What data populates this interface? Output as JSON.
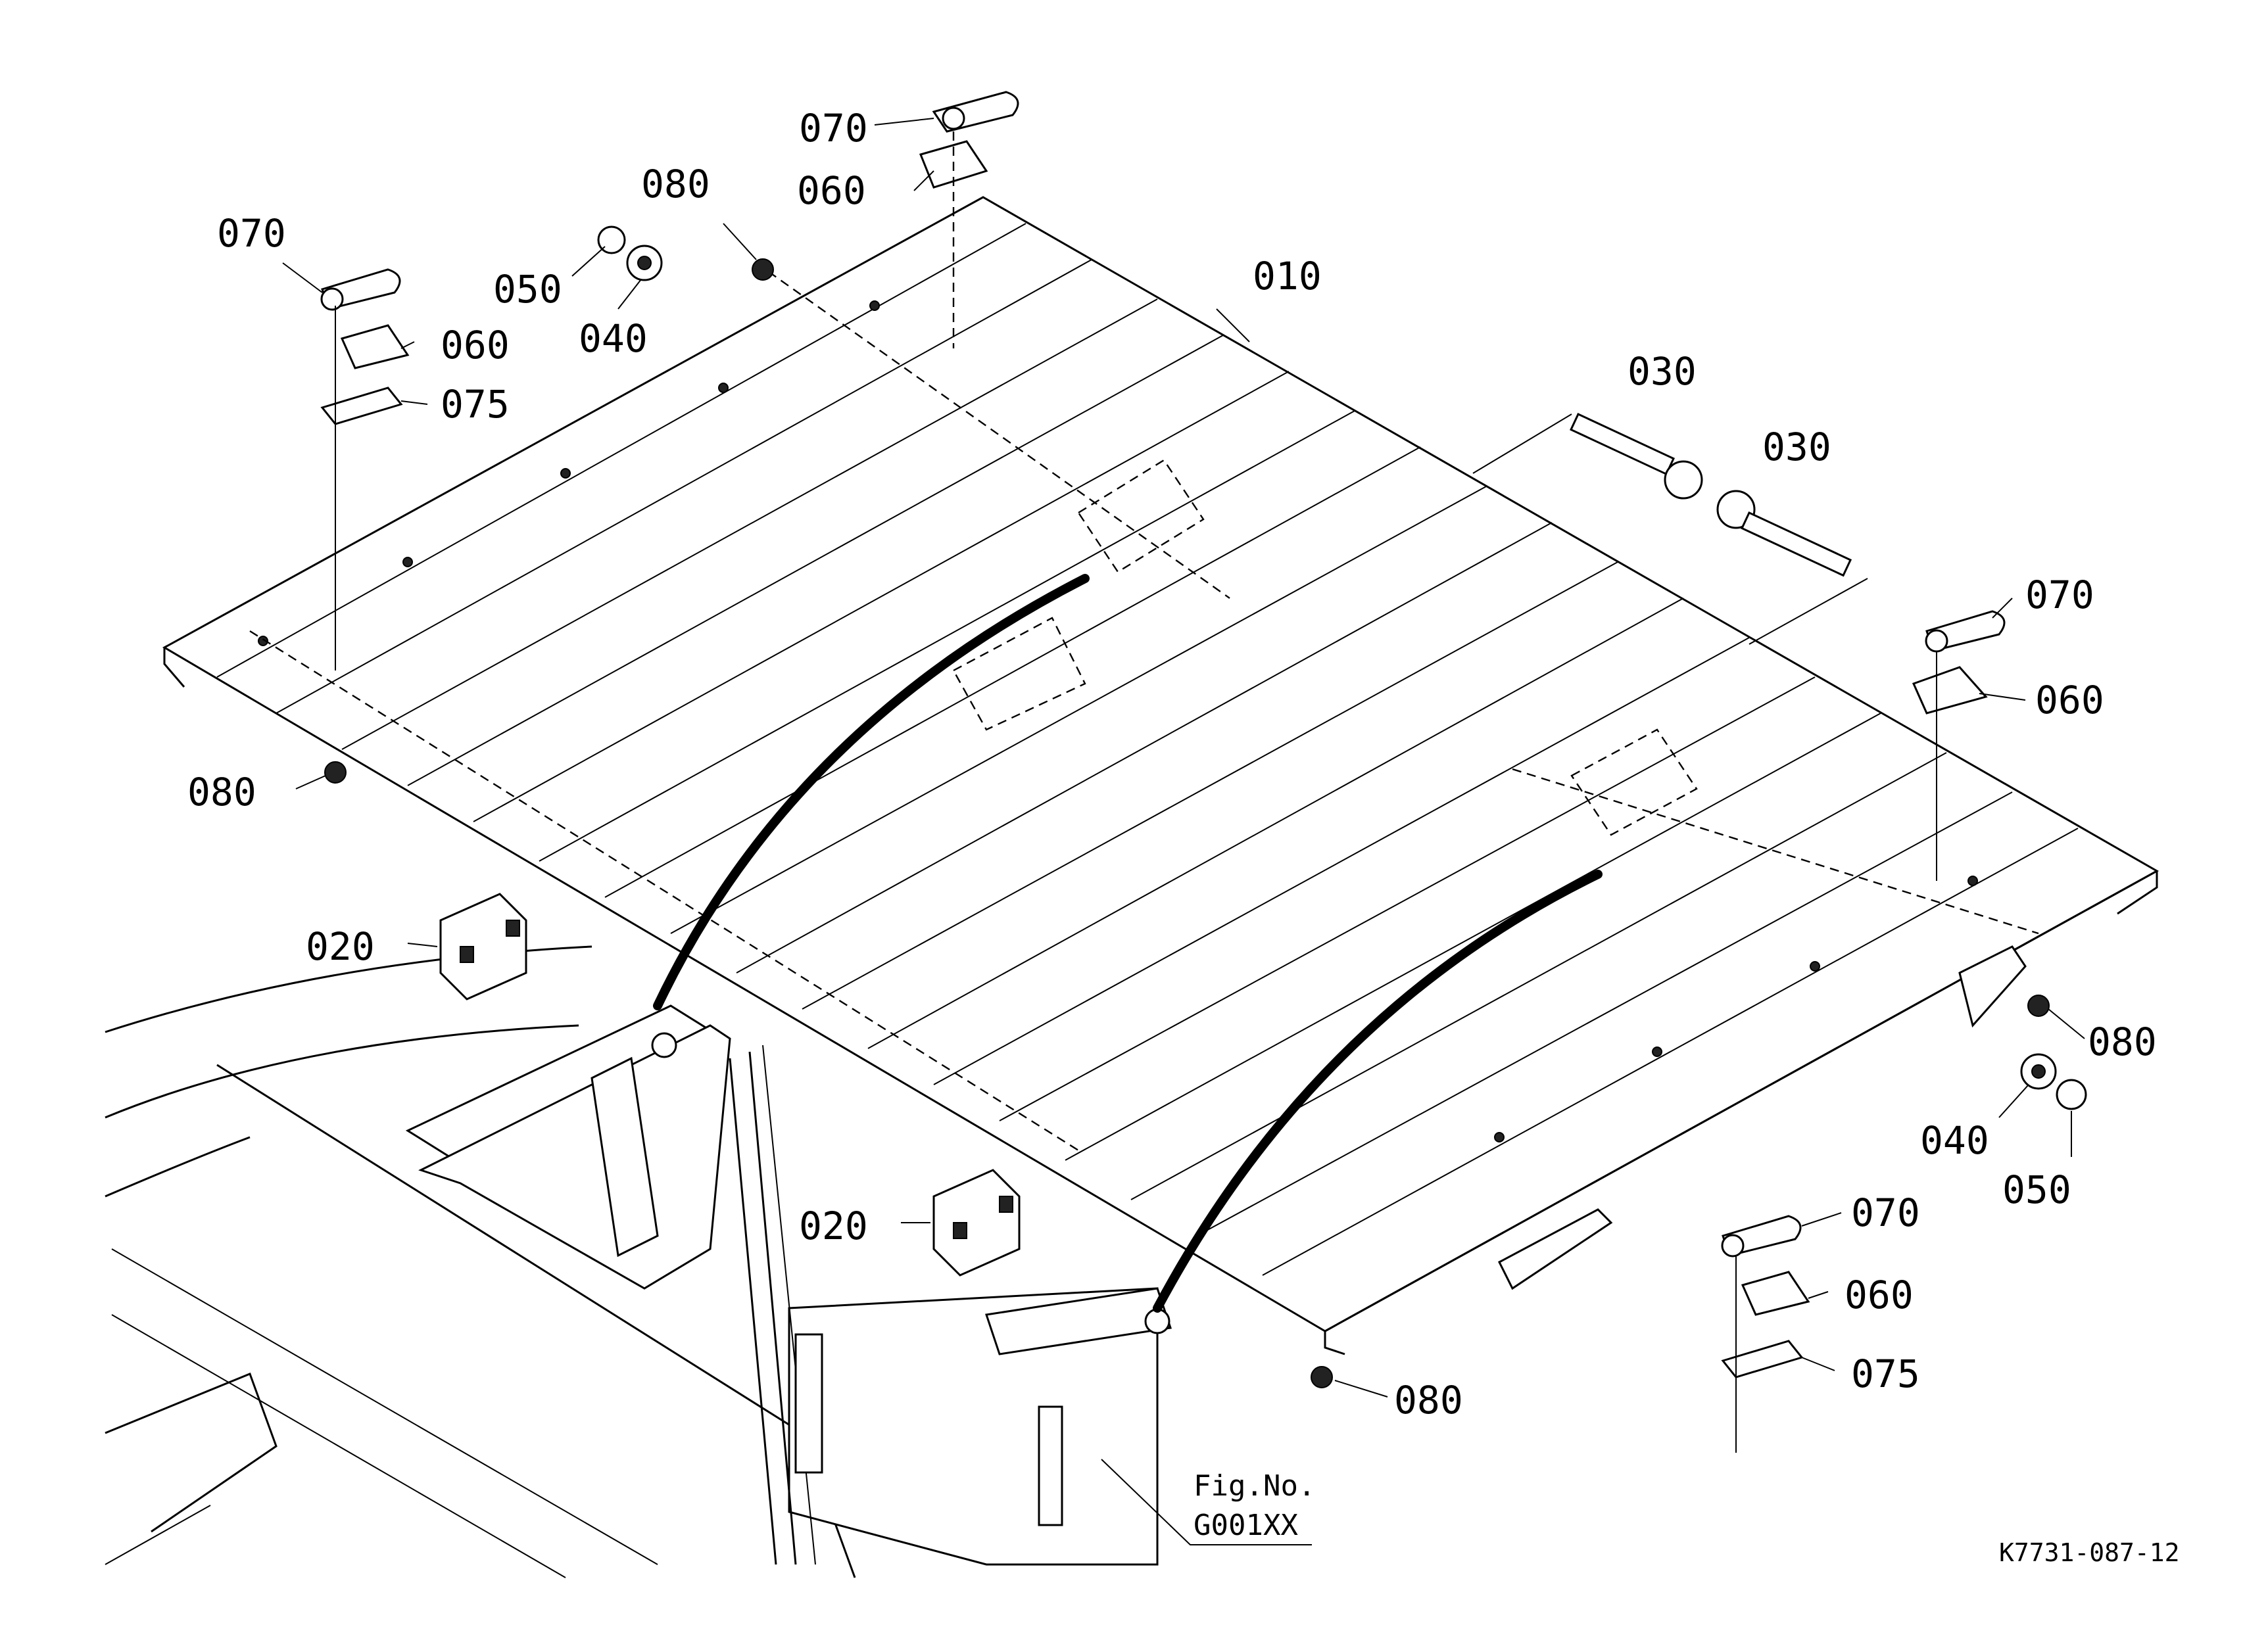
{
  "callouts": [
    {
      "id": "c070a",
      "label": "070"
    },
    {
      "id": "c060a",
      "label": "060"
    },
    {
      "id": "c080a",
      "label": "080"
    },
    {
      "id": "c070b",
      "label": "070"
    },
    {
      "id": "c050a",
      "label": "050"
    },
    {
      "id": "c040a",
      "label": "040"
    },
    {
      "id": "c060b",
      "label": "060"
    },
    {
      "id": "c075a",
      "label": "075"
    },
    {
      "id": "c010",
      "label": "010"
    },
    {
      "id": "c030a",
      "label": "030"
    },
    {
      "id": "c030b",
      "label": "030"
    },
    {
      "id": "c070c",
      "label": "070"
    },
    {
      "id": "c060c",
      "label": "060"
    },
    {
      "id": "c080b",
      "label": "080"
    },
    {
      "id": "c020a",
      "label": "020"
    },
    {
      "id": "c080c",
      "label": "080"
    },
    {
      "id": "c040b",
      "label": "040"
    },
    {
      "id": "c050b",
      "label": "050"
    },
    {
      "id": "c070d",
      "label": "070"
    },
    {
      "id": "c020b",
      "label": "020"
    },
    {
      "id": "c060d",
      "label": "060"
    },
    {
      "id": "c075b",
      "label": "075"
    },
    {
      "id": "c080d",
      "label": "080"
    }
  ],
  "fig_ref": {
    "line1": "Fig.No.",
    "line2": "G001XX"
  },
  "drawing_code": "K7731-087-12"
}
